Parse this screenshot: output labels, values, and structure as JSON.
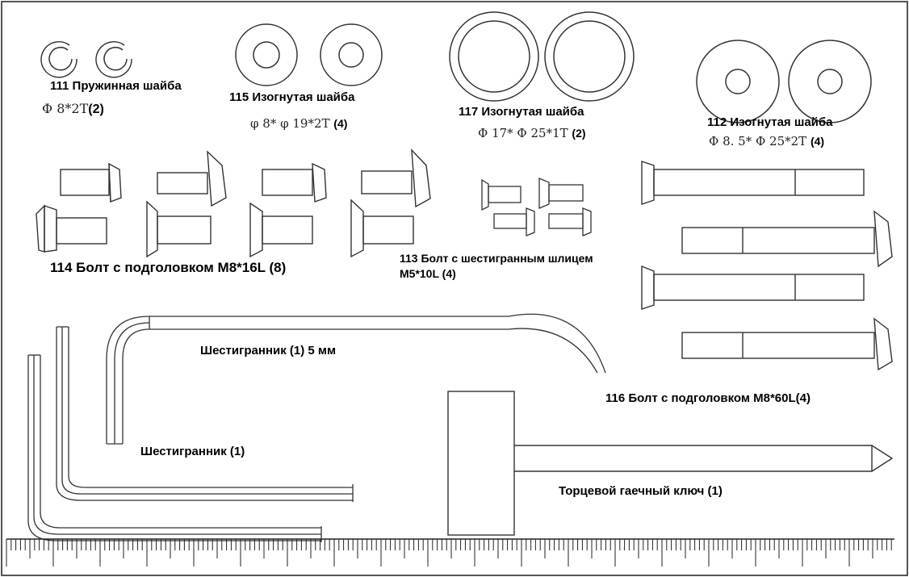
{
  "parts": {
    "spring_washer": {
      "label": "111 Пружинная шайба",
      "spec": "Φ 8*2T",
      "qty": "(2)"
    },
    "washer_115": {
      "label": "115 Изогнутая шайба",
      "spec": "φ 8* φ 19*2T",
      "qty": "(4)"
    },
    "washer_117": {
      "label": "117 Изогнутая шайба",
      "spec": "Φ 17* Φ 25*1T",
      "qty": "(2)"
    },
    "washer_112": {
      "label": "112 Изогнутая шайба",
      "spec": "Φ 8. 5* Φ 25*2T",
      "qty": "(4)"
    },
    "bolt_114": {
      "label": "114 Болт с подголовком M8*16L (8)"
    },
    "bolt_113": {
      "label_line1": "113 Болт с шестигранным шлицем",
      "label_line2": "M5*10L (4)"
    },
    "hex_key_5mm": {
      "label": "Шестигранник (1) 5 мм"
    },
    "hex_key": {
      "label": "Шестигранник (1)"
    },
    "bolt_116": {
      "label": "116 Болт с подголовком M8*60L(4)"
    },
    "socket_wrench": {
      "label": "Торцевой гаечный ключ (1)"
    }
  },
  "ruler": {
    "unit": "mm"
  }
}
